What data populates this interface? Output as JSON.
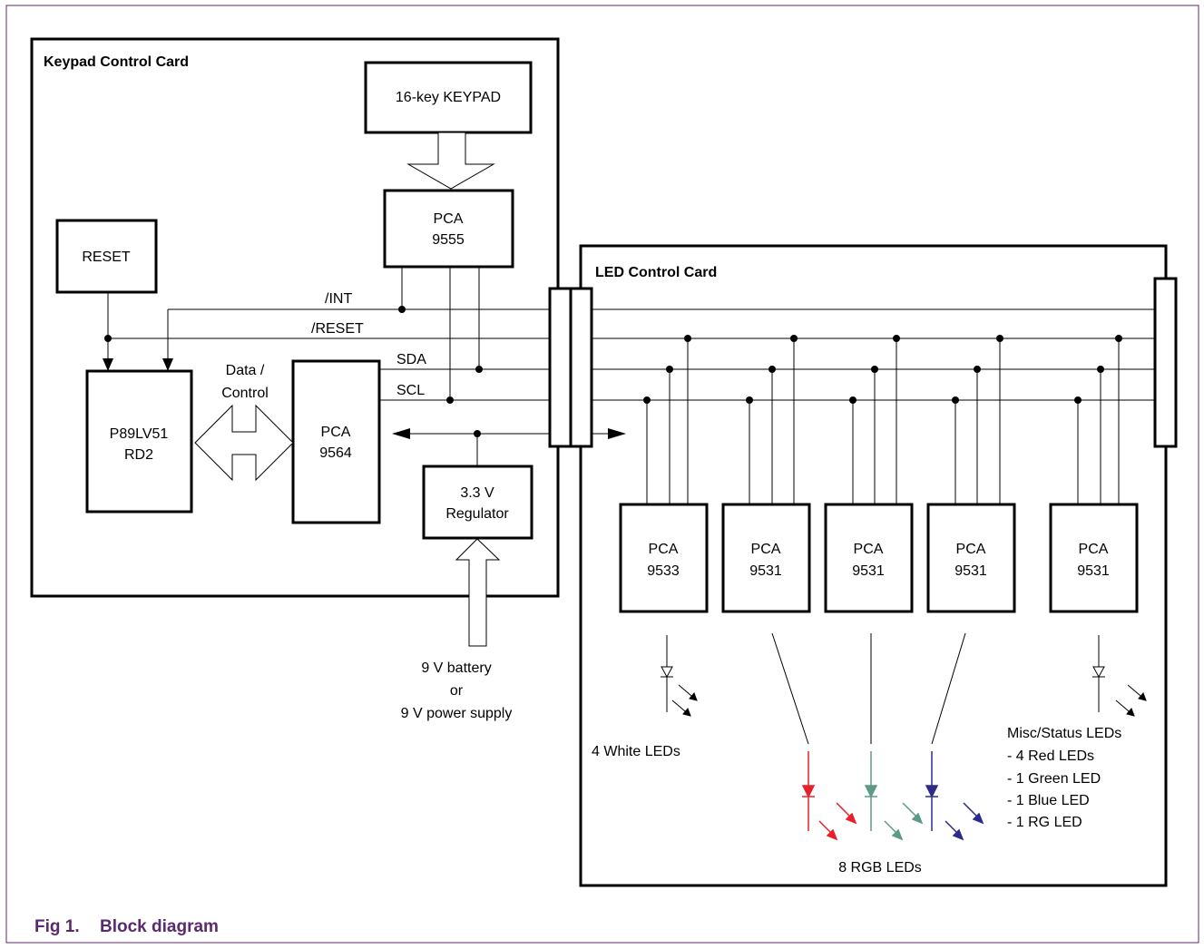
{
  "colors": {
    "border": "#5b2a6e",
    "caption": "#5b2a6e",
    "line": "#000000",
    "led_red": "#e8202a",
    "led_green": "#5b9a86",
    "led_blue": "#2c2a8c"
  },
  "keypad_card": {
    "title": "Keypad Control Card",
    "keypad": "16-key KEYPAD",
    "reset": "RESET",
    "io_expander": [
      "PCA",
      "9555"
    ],
    "mcu": [
      "P89LV51",
      "RD2"
    ],
    "bus_buffer": [
      "PCA",
      "9564"
    ],
    "regulator": [
      "3.3 V",
      "Regulator"
    ],
    "data_control": [
      "Data /",
      "Control"
    ]
  },
  "signals": {
    "int": "/INT",
    "reset": "/RESET",
    "sda": "SDA",
    "scl": "SCL"
  },
  "power": [
    "9 V battery",
    "or",
    "9 V power supply"
  ],
  "led_card": {
    "title": "LED Control Card",
    "chips": [
      {
        "line1": "PCA",
        "line2": "9533"
      },
      {
        "line1": "PCA",
        "line2": "9531"
      },
      {
        "line1": "PCA",
        "line2": "9531"
      },
      {
        "line1": "PCA",
        "line2": "9531"
      },
      {
        "line1": "PCA",
        "line2": "9531"
      }
    ],
    "white_leds": "4 White LEDs",
    "rgb_leds": "8 RGB LEDs",
    "misc_leds": [
      "Misc/Status  LEDs",
      "- 4 Red LEDs",
      "- 1 Green LED",
      "- 1 Blue LED",
      "- 1 RG LED"
    ]
  },
  "caption": {
    "number": "Fig 1.",
    "title": "Block diagram"
  }
}
